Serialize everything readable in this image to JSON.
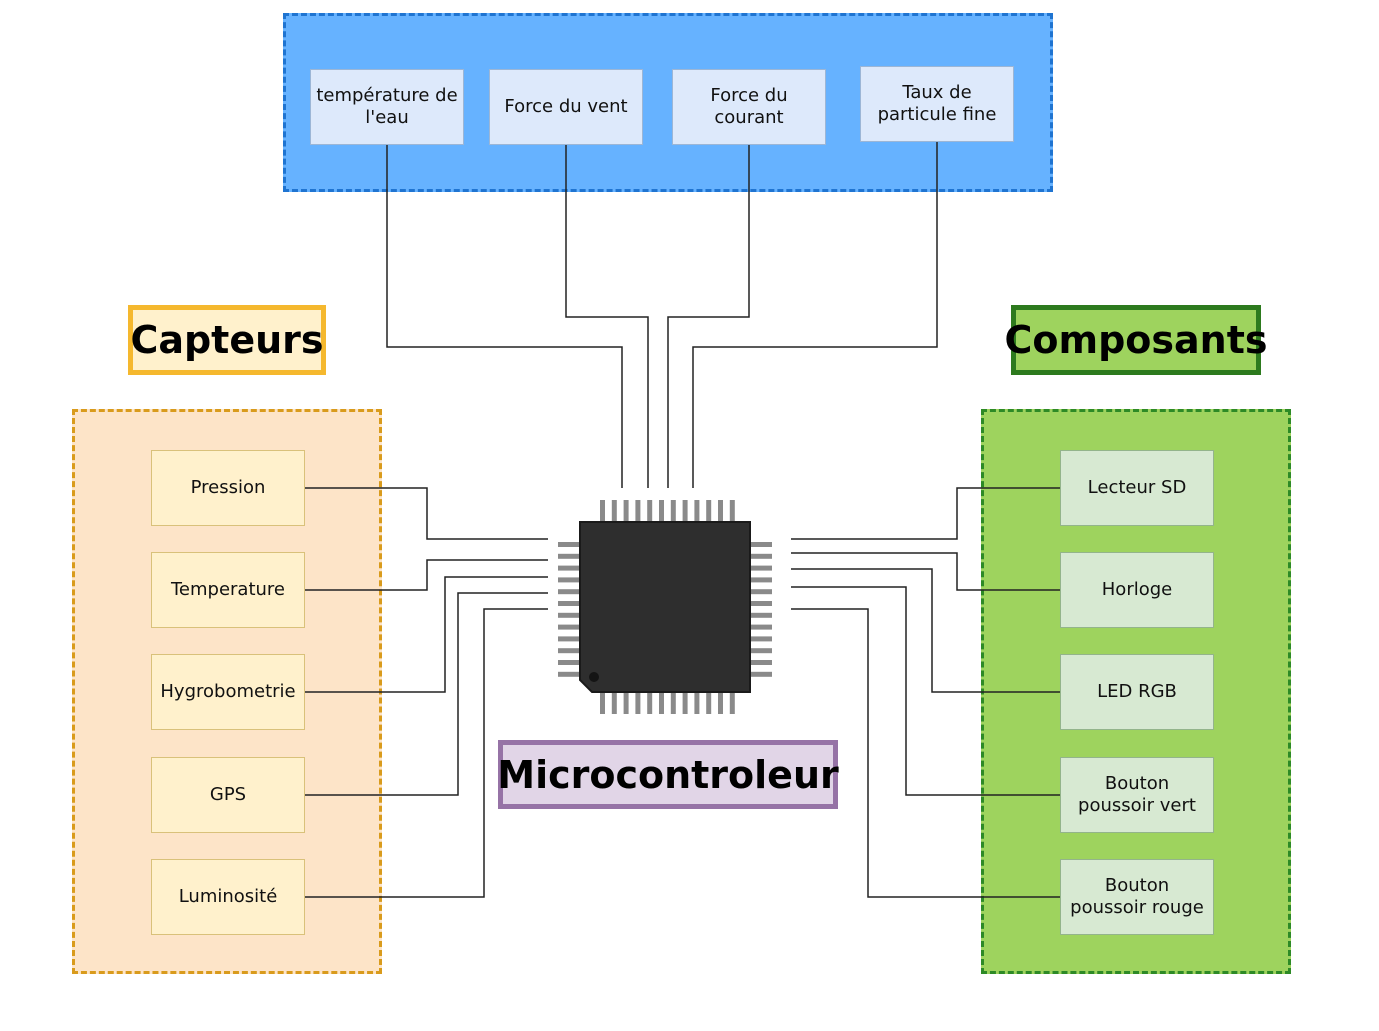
{
  "top_group": {
    "nodes": [
      "température de l'eau",
      "Force du vent",
      "Force du courant",
      "Taux de particule fine"
    ]
  },
  "capteurs": {
    "title": "Capteurs",
    "nodes": [
      "Pression",
      "Temperature",
      "Hygrobometrie",
      "GPS",
      "Luminosité"
    ]
  },
  "composants": {
    "title": "Composants",
    "nodes": [
      "Lecteur SD",
      "Horloge",
      "LED RGB",
      "Bouton poussoir vert",
      "Bouton poussoir rouge"
    ]
  },
  "microcontroleur": {
    "title": "Microcontroleur",
    "icon": "microchip-icon"
  },
  "colors": {
    "top_fill": "#66b2ff",
    "capteurs_fill": "#fde4c8",
    "composants_fill": "#9ed35e",
    "micro_fill": "#e1d5e7",
    "chip": "#2e2e2e"
  }
}
